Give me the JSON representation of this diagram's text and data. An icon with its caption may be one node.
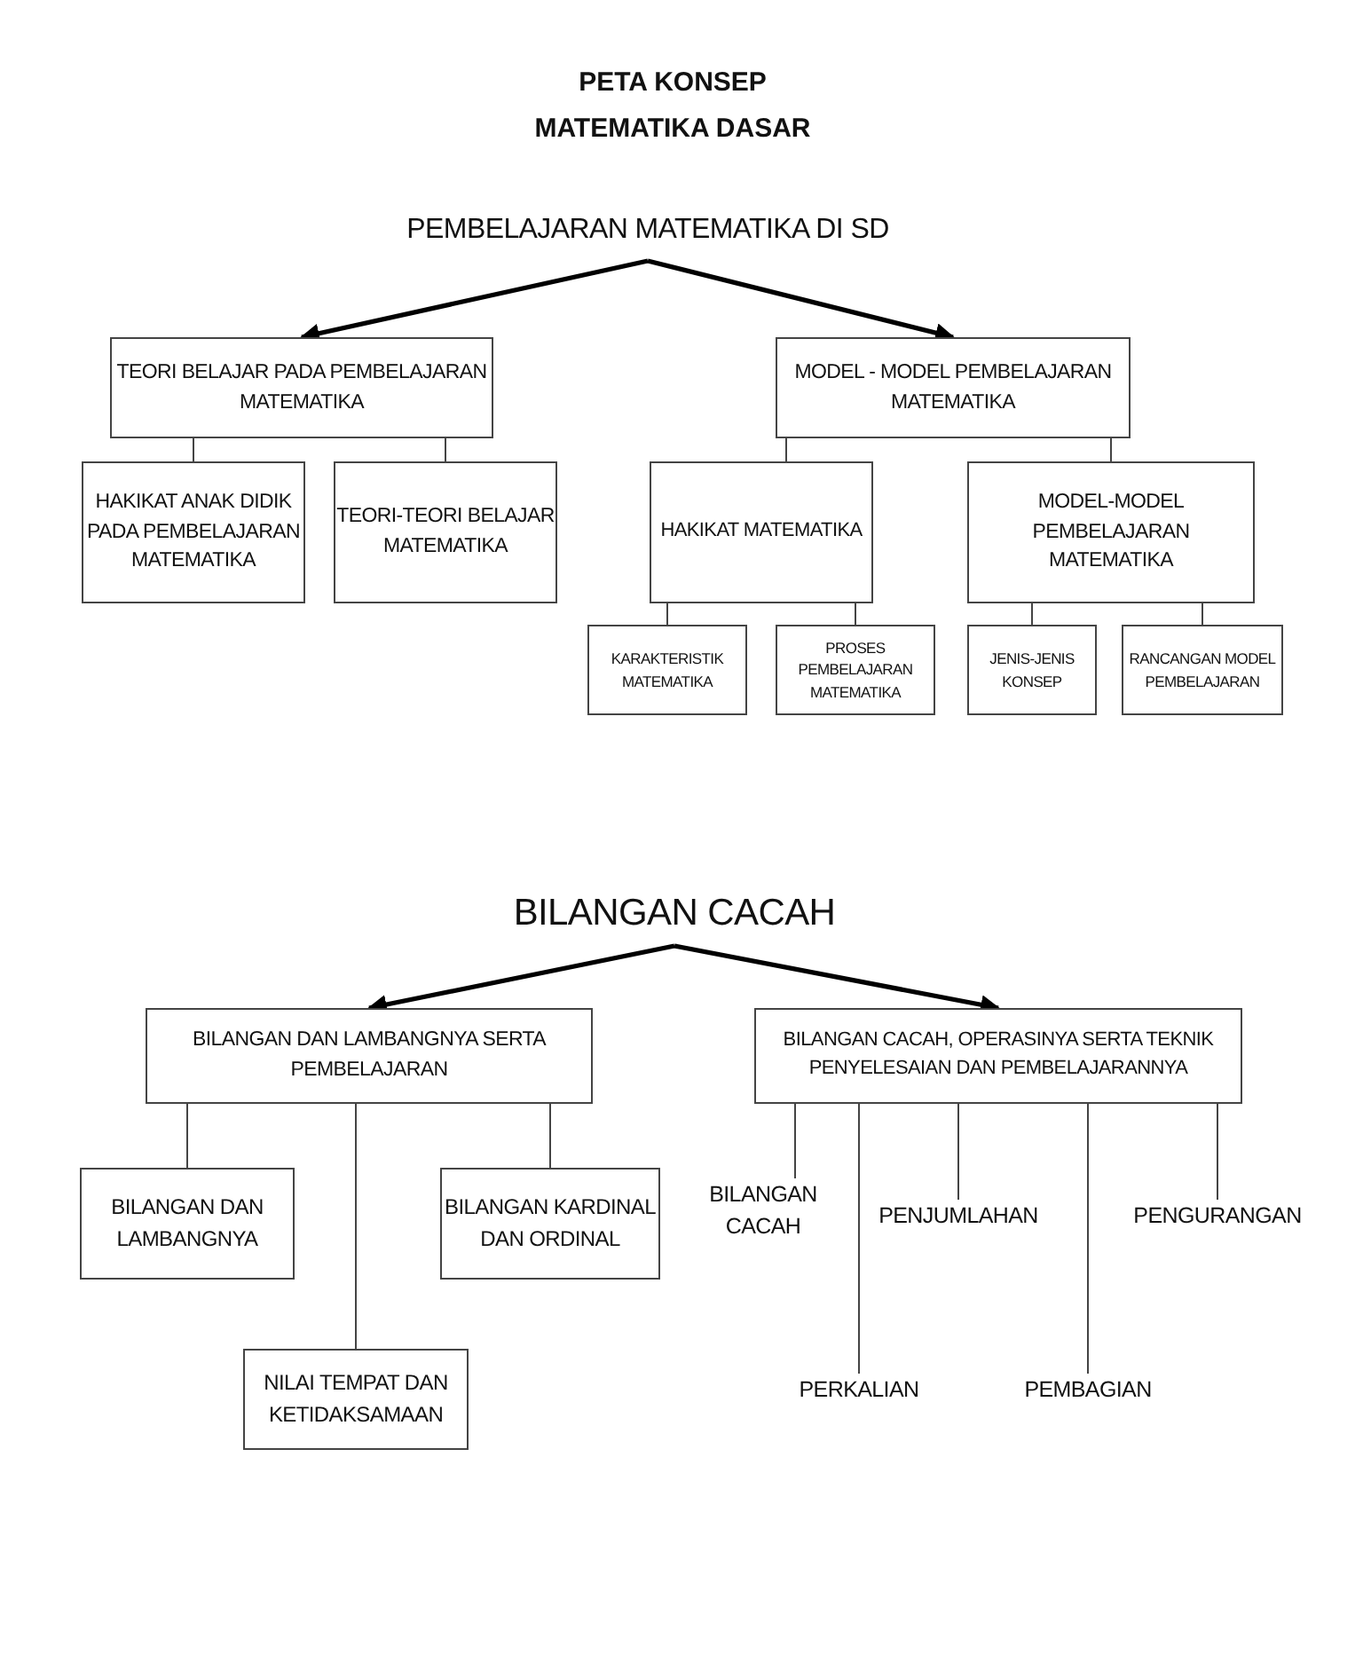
{
  "diagram": {
    "title": "PETA KONSEP MATEMATIKA DASAR",
    "nodes": [
      {
        "text": [
          "PEMBELAJARAN MATEMATIKA DI SD"
        ]
      },
      {
        "text": [
          "TEORI BELAJAR PADA PEMBELAJARAN MATEMATIKA"
        ]
      },
      {
        "text": [
          "MODEL - MODEL PEMBELAJARAN MATEMATIKA"
        ]
      },
      {
        "text": [
          "HAKIKAT ANAK DIDIK PADA PEMBELAJARAN MATEMATIKA"
        ]
      },
      {
        "text": [
          "TEORI-TEORI BELAJAR MATEMATIKA"
        ]
      },
      {
        "text": [
          "HAKIKAT MATEMATIKA"
        ]
      },
      {
        "text": [
          "MODEL-MODEL PEMBELAJARAN MATEMATIKA"
        ]
      },
      {
        "text": [
          "KARAKTERISTIK MATEMATIKA"
        ]
      },
      {
        "text": [
          "PROSES PEMBELAJARAN MATEMATIKA"
        ]
      },
      {
        "text": [
          "JENIS-JENIS KONSEP"
        ]
      },
      {
        "text": [
          "RANCANGAN MODEL PEMBELAJARAN"
        ]
      },
      {
        "text": [
          "BILANGAN CACAH"
        ]
      },
      {
        "text": [
          "BILANGAN DAN LAMBANGNYA SERTA PEMBELAJARAN"
        ]
      },
      {
        "text": [
          "BILANGAN CACAH, OPERASINYA SERTA TEKNIK PENYELESAIAN DAN PEMBELAJARANNYA"
        ]
      },
      {
        "text": [
          "BILANGAN DAN LAMBANGNYA"
        ]
      },
      {
        "text": [
          "NILAI TEMPAT DAN KETIDAKSAMAAN"
        ]
      },
      {
        "text": [
          "BILANGAN KARDINAL DAN ORDINAL"
        ]
      },
      {
        "text": [
          "BILANGAN CACAH"
        ]
      },
      {
        "text": [
          "PENJUMLAHAN"
        ]
      },
      {
        "text": [
          "PENGURANGAN"
        ]
      },
      {
        "text": [
          "PERKALIAN"
        ]
      },
      {
        "text": [
          "PEMBAGIAN"
        ]
      }
    ],
    "edges": [
      {
        "from": 0,
        "to": 1,
        "arrow": "to",
        "style": "thick"
      },
      {
        "from": 0,
        "to": 2,
        "arrow": "to",
        "style": "thick"
      },
      {
        "from": 1,
        "to": 3,
        "arrow": "none"
      },
      {
        "from": 1,
        "to": 4,
        "arrow": "none"
      },
      {
        "from": 2,
        "to": 5,
        "arrow": "none"
      },
      {
        "from": 2,
        "to": 6,
        "arrow": "none"
      },
      {
        "from": 5,
        "to": 7,
        "arrow": "none"
      },
      {
        "from": 5,
        "to": 8,
        "arrow": "none"
      },
      {
        "from": 6,
        "to": 9,
        "arrow": "none"
      },
      {
        "from": 6,
        "to": 10,
        "arrow": "none"
      },
      {
        "from": 11,
        "to": 12,
        "arrow": "to",
        "style": "thick"
      },
      {
        "from": 11,
        "to": 13,
        "arrow": "to",
        "style": "thick"
      },
      {
        "from": 12,
        "to": 14,
        "arrow": "none"
      },
      {
        "from": 12,
        "to": 15,
        "arrow": "none"
      },
      {
        "from": 12,
        "to": 16,
        "arrow": "none"
      },
      {
        "from": 13,
        "to": 17,
        "arrow": "none"
      },
      {
        "from": 13,
        "to": 18,
        "arrow": "none"
      },
      {
        "from": 13,
        "to": 19,
        "arrow": "none"
      },
      {
        "from": 13,
        "to": 20,
        "arrow": "none"
      },
      {
        "from": 13,
        "to": 21,
        "arrow": "none"
      }
    ]
  }
}
